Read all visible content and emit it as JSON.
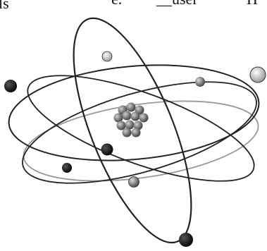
{
  "text_fragments": {
    "top_left": "ls",
    "top_middle_a": "e.",
    "top_middle_b": "__user",
    "top_right": "Π"
  },
  "figure": {
    "subject": "atom",
    "icon": "atom-icon",
    "stroke_color": "#222222",
    "nucleus_color": "#6f6f6f",
    "dark_electron_color": "#111111",
    "light_electron_color": "#dddddd",
    "gray_electron_color": "#888888"
  }
}
